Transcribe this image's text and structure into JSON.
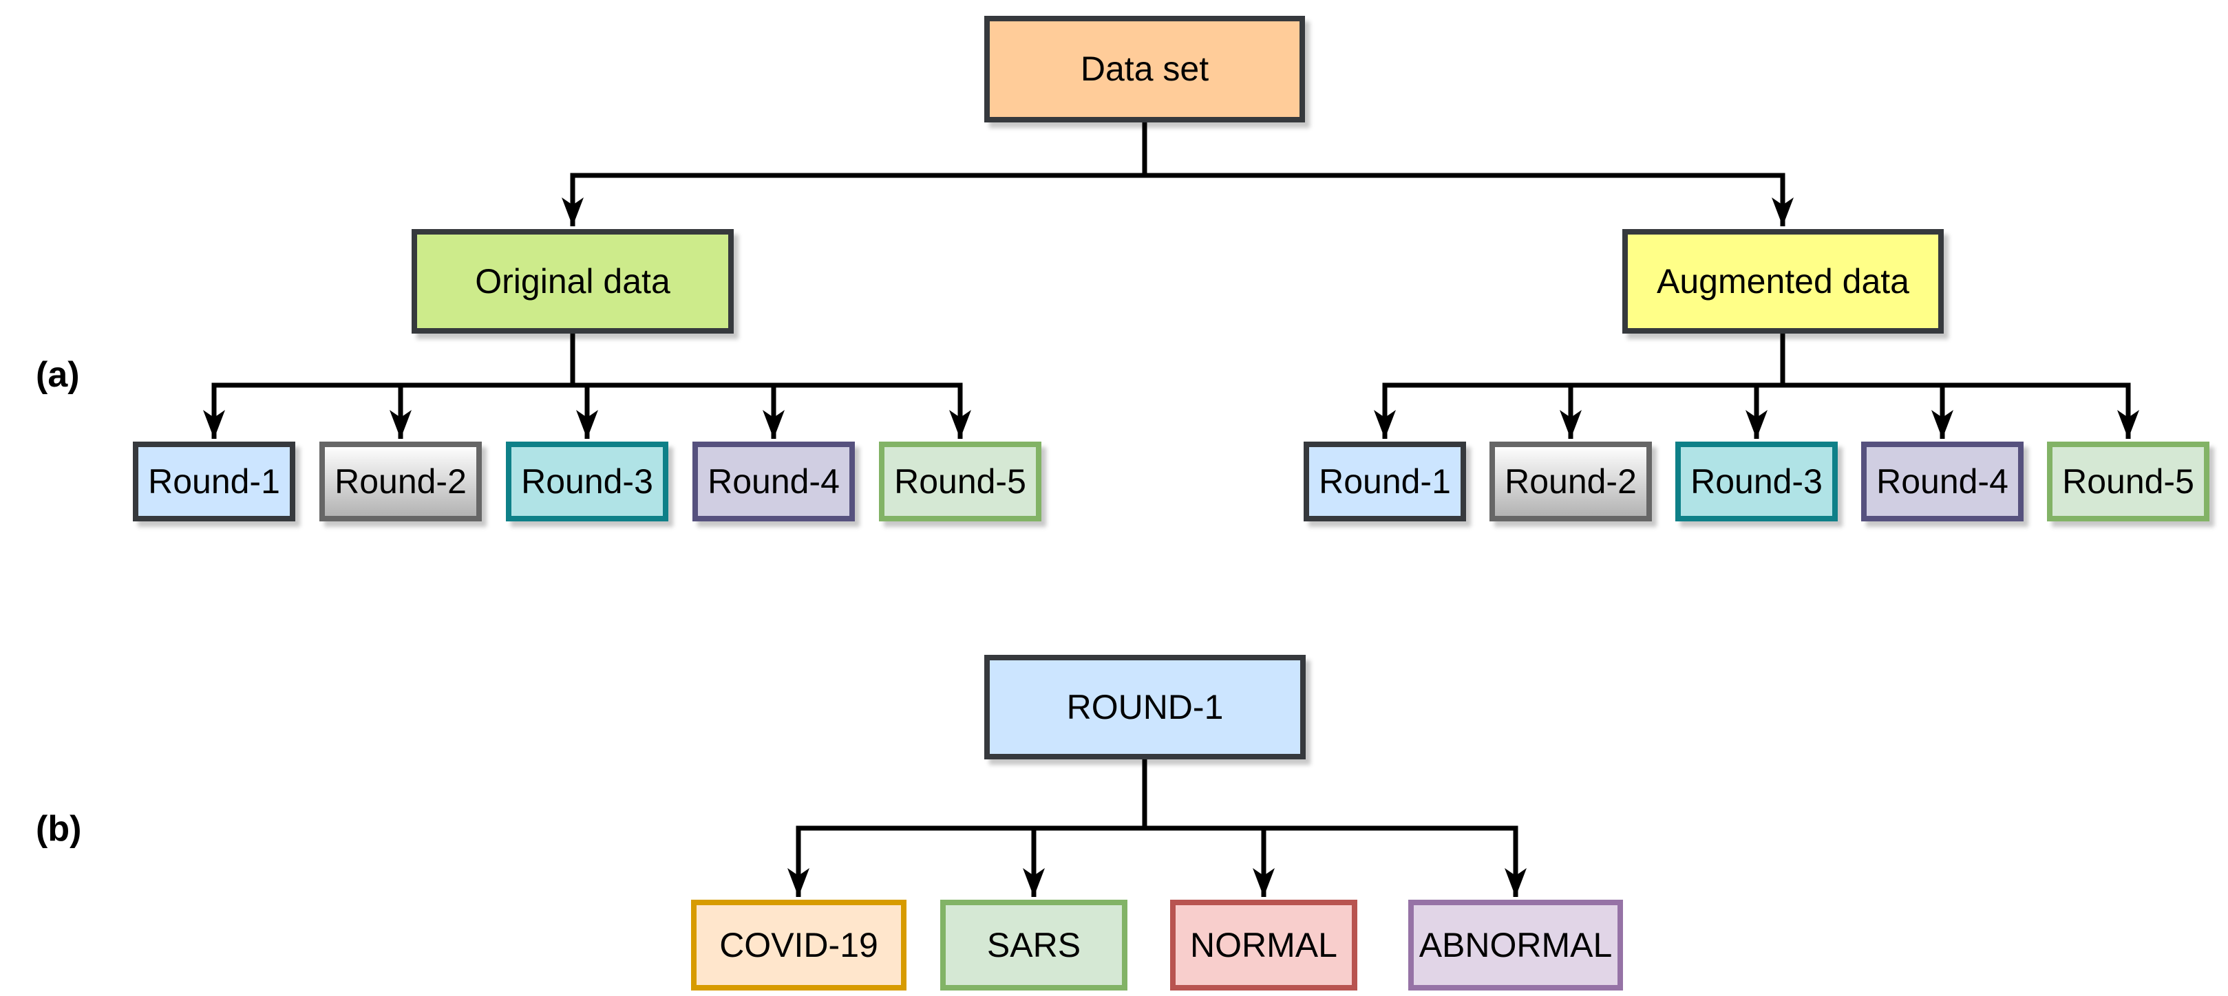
{
  "panels": {
    "a": {
      "label": "(a)"
    },
    "b": {
      "label": "(b)"
    }
  },
  "connector_color": "#000000",
  "diagram_a": {
    "root": {
      "label": "Data set",
      "fill": "#ffcc99",
      "stroke": "#36393d"
    },
    "branches": [
      {
        "label": "Original data",
        "fill": "#cdeb8b",
        "stroke": "#36393d",
        "children": [
          {
            "label": "Round-1",
            "fill": "#cce5ff",
            "stroke": "#36393d"
          },
          {
            "label": "Round-2",
            "fill": "#f5f5f5",
            "stroke": "#666666"
          },
          {
            "label": "Round-3",
            "fill": "#b0e3e6",
            "stroke": "#0e8088"
          },
          {
            "label": "Round-4",
            "fill": "#d0cee2",
            "stroke": "#56517e"
          },
          {
            "label": "Round-5",
            "fill": "#d5e8d4",
            "stroke": "#82b366"
          }
        ]
      },
      {
        "label": "Augmented data",
        "fill": "#ffff88",
        "stroke": "#36393d",
        "children": [
          {
            "label": "Round-1",
            "fill": "#cce5ff",
            "stroke": "#36393d"
          },
          {
            "label": "Round-2",
            "fill": "#f5f5f5",
            "stroke": "#666666"
          },
          {
            "label": "Round-3",
            "fill": "#b0e3e6",
            "stroke": "#0e8088"
          },
          {
            "label": "Round-4",
            "fill": "#d0cee2",
            "stroke": "#56517e"
          },
          {
            "label": "Round-5",
            "fill": "#d5e8d4",
            "stroke": "#82b366"
          }
        ]
      }
    ]
  },
  "diagram_b": {
    "root": {
      "label": "ROUND-1",
      "fill": "#cce5ff",
      "stroke": "#36393d"
    },
    "children": [
      {
        "label": "COVID-19",
        "fill": "#ffe6cc",
        "stroke": "#d79b00"
      },
      {
        "label": "SARS",
        "fill": "#d5e8d4",
        "stroke": "#82b366"
      },
      {
        "label": "NORMAL",
        "fill": "#f8cecc",
        "stroke": "#b85450"
      },
      {
        "label": "ABNORMAL",
        "fill": "#e1d5e7",
        "stroke": "#9673a6"
      }
    ]
  }
}
